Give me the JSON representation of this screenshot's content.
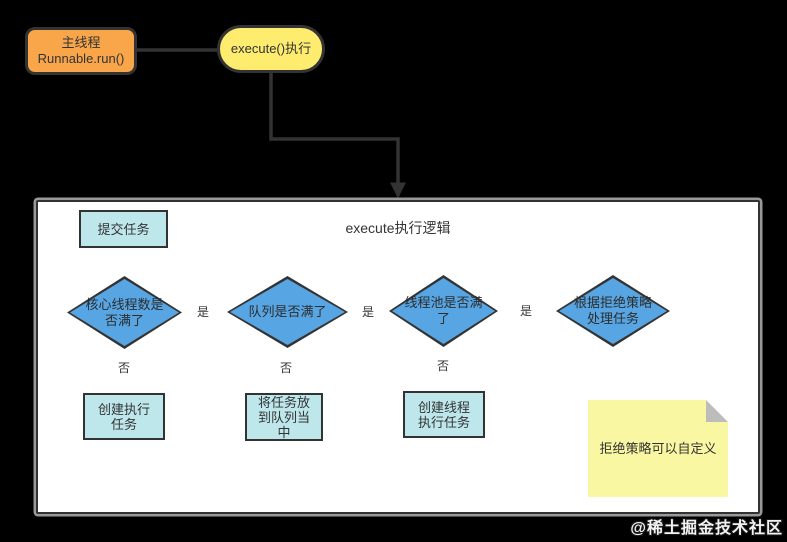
{
  "colors": {
    "bg": "#000000",
    "canvas": "#ffffff",
    "stroke": "#333333",
    "orange-fill": "#f9a64b",
    "yellow-fill": "#fdec6e",
    "blue-fill": "#57a5e3",
    "cyan-fill": "#bee7ec",
    "note-fill": "#faf7a3",
    "note-fold": "#bcbcbc",
    "shadow": "#999999"
  },
  "nodes": {
    "main_thread": {
      "line1": "主线程",
      "line2": "Runnable.run()"
    },
    "execute_call": {
      "label": "execute()执行"
    },
    "container": {
      "title": "execute执行逻辑"
    },
    "submit_task": {
      "label": "提交任务"
    },
    "core_full": {
      "line1": "核心线程数是",
      "line2": "否满了"
    },
    "queue_full": {
      "label": "队列是否满了"
    },
    "pool_full": {
      "line1": "线程池是否满",
      "line2": "了"
    },
    "reject_policy": {
      "line1": "根据拒绝策略",
      "line2": "处理任务"
    },
    "create_exec": {
      "line1": "创建执行",
      "line2": "任务"
    },
    "enqueue": {
      "line1": "将任务放",
      "line2": "到队列当",
      "line3": "中"
    },
    "create_thread": {
      "line1": "创建线程",
      "line2": "执行任务"
    },
    "note": {
      "label": "拒绝策略可以自定义"
    }
  },
  "edge_labels": {
    "yes1": "是",
    "yes2": "是",
    "yes3": "是",
    "no1": "否",
    "no2": "否",
    "no3": "否"
  },
  "watermark": "@稀土掘金技术社区"
}
